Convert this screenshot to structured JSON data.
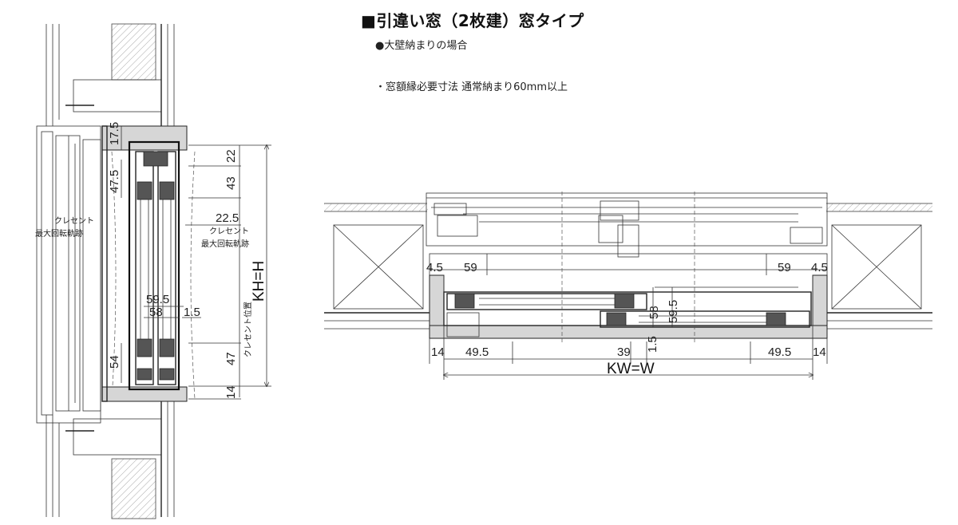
{
  "title": "■引違い窓（2枚建）窓タイプ",
  "case_label": "●大壁納まりの場合",
  "requirement_note": "・窓額縁必要寸法 通常納まり60mm以上",
  "vertical_section": {
    "crescent_left": [
      "クレセント",
      "最大回転軌跡"
    ],
    "crescent_right": [
      "クレセント",
      "最大回転軌跡"
    ],
    "crescent_position": "クレセント位置",
    "overall": "KH=H",
    "dims": [
      "17.5",
      "47.5",
      "22",
      "43",
      "22.5",
      "59.5",
      "58",
      "1.5",
      "54",
      "47",
      "14"
    ]
  },
  "horizontal_section": {
    "overall": "KW=W",
    "dims": [
      "4.5",
      "59",
      "59",
      "4.5",
      "58",
      "59.5",
      "14",
      "49.5",
      "39",
      "1.5",
      "49.5",
      "14"
    ]
  }
}
